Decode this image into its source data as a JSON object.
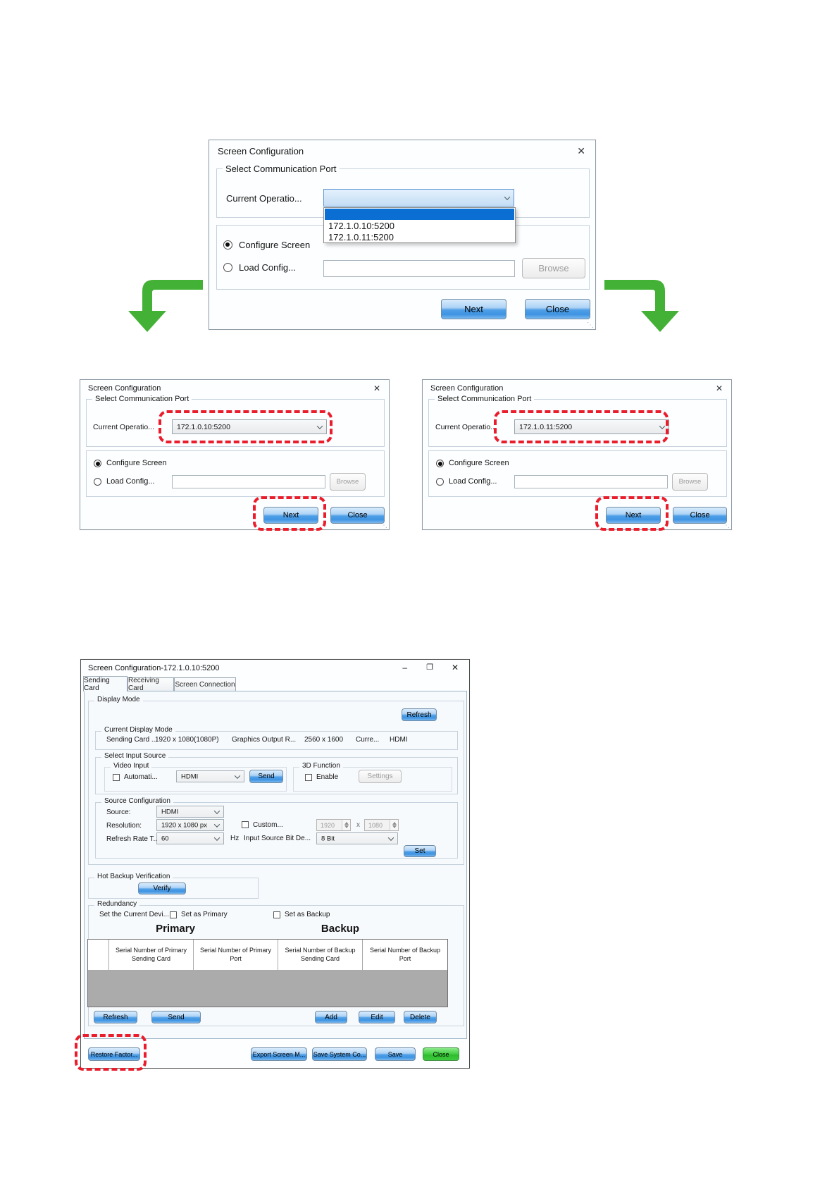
{
  "colors": {
    "arrow_green": "#43b135",
    "highlight_red_dash": "#ea1d2c",
    "dropdown_selection_blue": "#0a6ed2",
    "button_blue": "#4f9fe7",
    "close_button_green": "#3ecb3e"
  },
  "top_dialog": {
    "title": "Screen Configuration",
    "close_icon": "✕",
    "select_port_group": "Select Communication Port",
    "current_operation_label": "Current Operatio...",
    "combo_value": "",
    "dropdown_options": [
      "172.1.0.10:5200",
      "172.1.0.11:5200"
    ],
    "configure_screen_label": "Configure Screen",
    "load_config_label": "Load Config...",
    "browse_label": "Browse",
    "next_label": "Next",
    "close_label": "Close"
  },
  "dialog_left": {
    "title": "Screen Configuration",
    "close_icon": "✕",
    "select_port_group": "Select Communication Port",
    "current_operation_label": "Current Operatio...",
    "combo_value": "172.1.0.10:5200",
    "configure_screen_label": "Configure Screen",
    "load_config_label": "Load Config...",
    "browse_label": "Browse",
    "next_label": "Next",
    "close_label": "Close"
  },
  "dialog_right": {
    "title": "Screen Configuration",
    "close_icon": "✕",
    "select_port_group": "Select Communication Port",
    "current_operation_label": "Current Operatio...",
    "combo_value": "172.1.0.11:5200",
    "configure_screen_label": "Configure Screen",
    "load_config_label": "Load Config...",
    "browse_label": "Browse",
    "next_label": "Next",
    "close_label": "Close"
  },
  "main_dialog": {
    "title": "Screen Configuration-172.1.0.10:5200",
    "window": {
      "minimize_icon": "–",
      "maximize_icon": "❐",
      "close_icon": "✕"
    },
    "tabs": [
      "Sending Card",
      "Receiving Card",
      "Screen Connection"
    ],
    "display_mode_group": "Display Mode",
    "refresh_button": "Refresh",
    "current_display_mode": {
      "group": "Current Display Mode",
      "sending_card_label": "Sending Card ...",
      "sending_card_value": "1920 x 1080(1080P)",
      "graphics_output_label": "Graphics Output R...",
      "graphics_output_value": "2560 x 1600",
      "current_label": "Curre...",
      "current_value": "HDMI"
    },
    "select_input_source": {
      "group": "Select Input Source",
      "video_input_group": "Video Input",
      "automatic_label": "Automati...",
      "video_source_value": "HDMI",
      "send_button": "Send",
      "function_3d_group": "3D Function",
      "enable_label": "Enable",
      "settings_button": "Settings"
    },
    "source_configuration": {
      "group": "Source Configuration",
      "source_label": "Source:",
      "source_value": "HDMI",
      "resolution_label": "Resolution:",
      "resolution_value": "1920 x 1080 px",
      "custom_label": "Custom...",
      "custom_width": "1920",
      "custom_times": "x",
      "custom_height": "1080",
      "refresh_rate_label": "Refresh Rate T...",
      "refresh_rate_value": "60",
      "hz_label": "Hz",
      "bit_depth_label": "Input Source Bit De...",
      "bit_depth_value": "8 Bit",
      "set_button": "Set"
    },
    "hot_backup": {
      "group": "Hot Backup Verification",
      "verify_button": "Verify"
    },
    "redundancy": {
      "group": "Redundancy",
      "set_current_label": "Set the Current Devi...",
      "set_primary_label": "Set as Primary",
      "set_backup_label": "Set as Backup",
      "primary_header": "Primary",
      "backup_header": "Backup",
      "table_headers": [
        "Serial Number of Primary Sending Card",
        "Serial Number of Primary Port",
        "Serial Number of Backup Sending Card",
        "Serial Number of Backup Port"
      ],
      "refresh_button": "Refresh",
      "send_button": "Send",
      "add_button": "Add",
      "edit_button": "Edit",
      "delete_button": "Delete"
    },
    "footer": {
      "restore_button": "Restore Factor...",
      "export_button": "Export Screen M...",
      "save_system_button": "Save System Co...",
      "save_button": "Save",
      "close_button": "Close"
    }
  }
}
